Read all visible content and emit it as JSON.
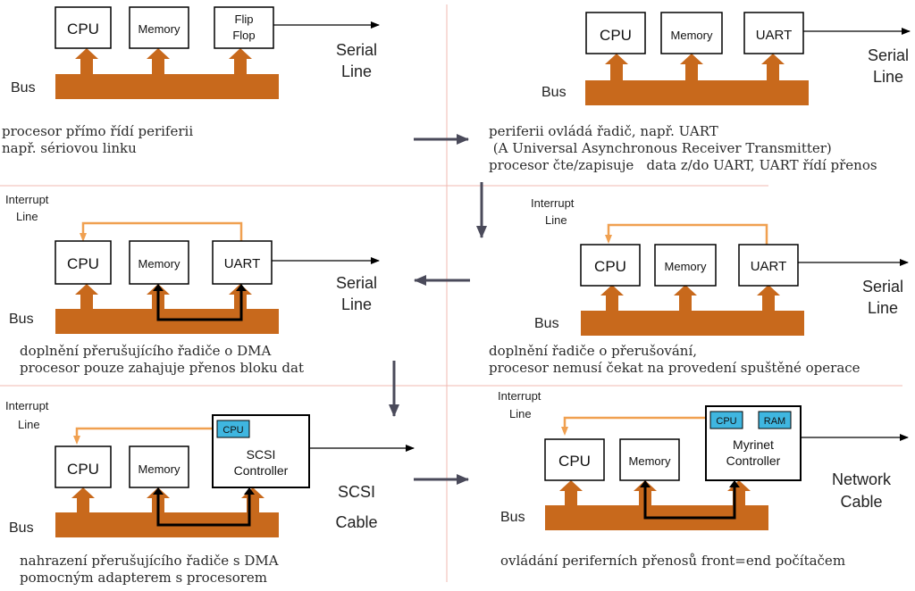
{
  "colors": {
    "bus": "#c8691c",
    "interrupt_line": "#f0a050",
    "chip": "#3fb6e0",
    "divider": "#f2b8b0",
    "flow_arrow": "#4a4a5a"
  },
  "labels": {
    "bus": "Bus",
    "cpu": "CPU",
    "memory": "Memory",
    "flip": "Flip",
    "flop": "Flop",
    "uart": "UART",
    "serial": "Serial",
    "line": "Line",
    "interrupt": "Interrupt",
    "scsi": "SCSI",
    "controller": "Controller",
    "cable": "Cable",
    "myrinet": "Myrinet",
    "ram": "RAM",
    "network": "Network"
  },
  "captions": {
    "p1": [
      "procesor přímo řídí periferii",
      "např. sériovou linku"
    ],
    "p2": [
      "periferii ovládá řadič, např. UART",
      " (A Universal Asynchronous Receiver Transmitter)",
      "procesor čte/zapisuje   data z/do UART, UART řídí přenos"
    ],
    "p3": [
      "doplnění přerušujícího řadiče o DMA",
      "procesor pouze zahajuje přenos bloku dat"
    ],
    "p4": [
      "doplnění řadiče o přerušování,",
      "procesor nemusí čekat na provedení spuštěné operace"
    ],
    "p5": [
      "nahrazení přerušujícího řadiče s DMA",
      "pomocným adapterem s procesorem"
    ],
    "p6": [
      "ovládání periferních přenosů front=end počítačem"
    ]
  }
}
